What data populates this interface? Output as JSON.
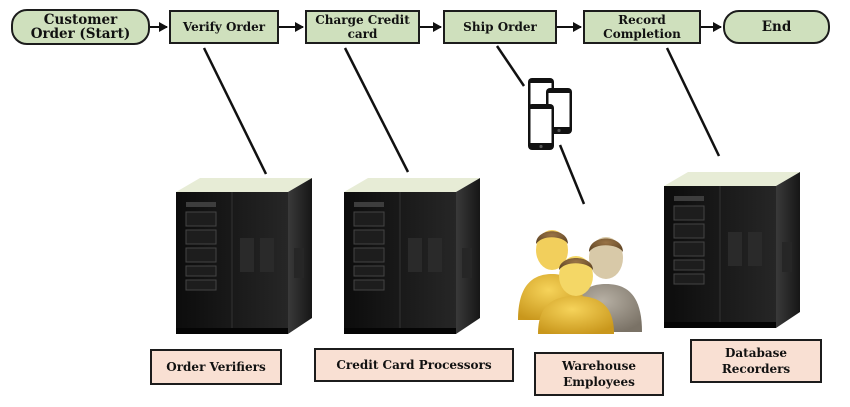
{
  "flow": {
    "nodes": [
      {
        "id": "start",
        "text": "Customer\nOrder (Start)"
      },
      {
        "id": "verify",
        "text": "Verify Order"
      },
      {
        "id": "charge",
        "text": "Charge Credit\ncard"
      },
      {
        "id": "ship",
        "text": "Ship Order"
      },
      {
        "id": "record",
        "text": "Record\nCompletion"
      },
      {
        "id": "end",
        "text": "End"
      }
    ],
    "edges": [
      {
        "from": "start",
        "to": "verify"
      },
      {
        "from": "verify",
        "to": "charge"
      },
      {
        "from": "charge",
        "to": "ship"
      },
      {
        "from": "ship",
        "to": "record"
      },
      {
        "from": "record",
        "to": "end"
      }
    ]
  },
  "resources": [
    {
      "id": "order-verifiers",
      "label": "Order Verifiers",
      "icon": "server-tower-icon",
      "attached_to": "verify"
    },
    {
      "id": "credit-card-processors",
      "label": "Credit Card Processors",
      "icon": "server-tower-icon",
      "attached_to": "charge"
    },
    {
      "id": "warehouse-employees",
      "label": "Warehouse\nEmployees",
      "icon": "people-group-icon",
      "attached_to": "ship"
    },
    {
      "id": "database-recorders",
      "label": "Database\nRecorders",
      "icon": "server-tower-icon",
      "attached_to": "record"
    }
  ],
  "colors": {
    "step_fill": "#cfe0bd",
    "label_fill": "#f9e0d3",
    "outline": "#1c1c1c"
  }
}
